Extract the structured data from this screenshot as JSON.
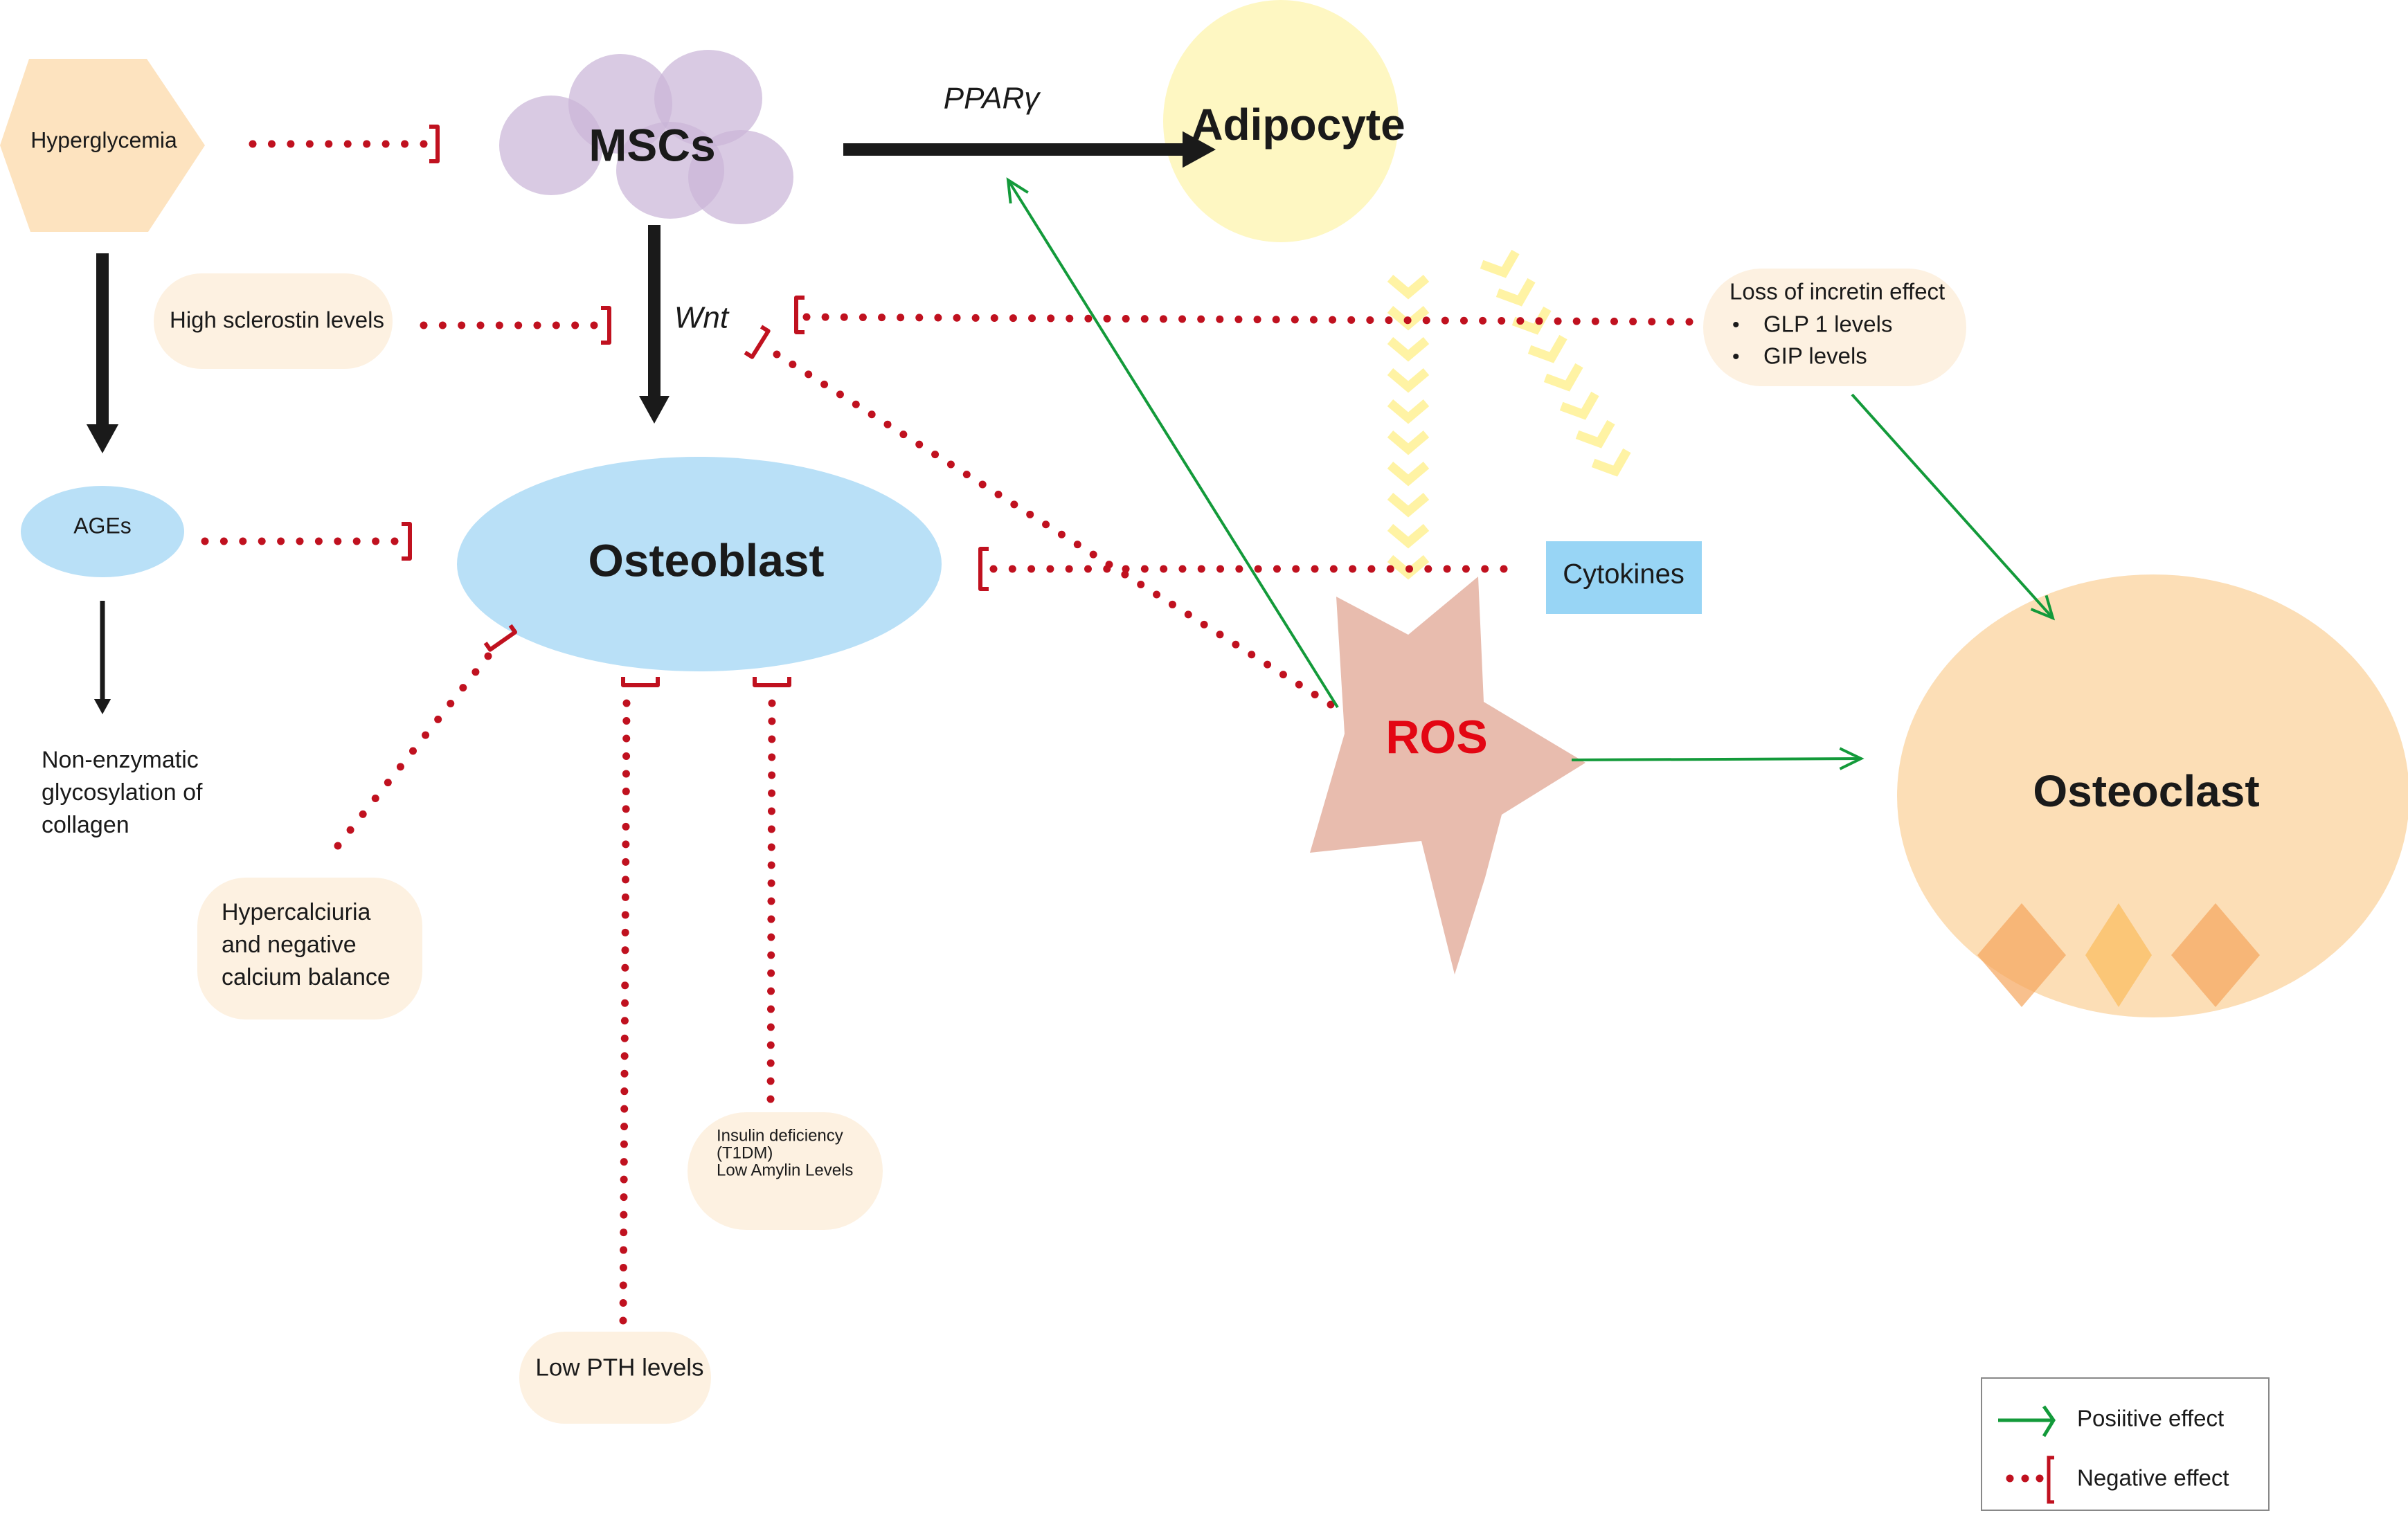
{
  "nodes": {
    "hyperglycemia": {
      "label": "Hyperglycemia",
      "color": "#fde3bf"
    },
    "mscs": {
      "label": "MSCs",
      "color": "#b89ccb"
    },
    "adipocyte": {
      "label": "Adipocyte",
      "color": "#fef7c2"
    },
    "osteoblast": {
      "label": "Osteoblast",
      "color": "#b9e0f7"
    },
    "osteoclast": {
      "label": "Osteoclast",
      "color": "#fcdcb2"
    },
    "ages": {
      "label": "AGEs",
      "color": "#b9e0f7"
    },
    "ros": {
      "label": "ROS",
      "color": "#e8bcae",
      "text_color": "#e30613"
    },
    "cytokines": {
      "label": "Cytokines",
      "color": "#98d5f5"
    },
    "high_sclerostin": {
      "label": "High sclerostin levels",
      "color": "#fdf1e1"
    },
    "incretin": {
      "title": "Loss of incretin effect",
      "bullets": [
        "GLP 1 levels",
        "GIP levels"
      ],
      "color": "#fdf1e1"
    },
    "hypercalciuria": {
      "lines": [
        "Hypercalciuria",
        "and negative",
        "calcium balance"
      ],
      "color": "#fdf1e1"
    },
    "insulin": {
      "lines": [
        "Insulin deficiency",
        "(T1DM)",
        "Low Amylin Levels"
      ],
      "color": "#fdf1e1"
    },
    "low_pth": {
      "label": "Low PTH levels",
      "color": "#fdf1e1"
    },
    "non_enzymatic": {
      "lines": [
        "Non-enzymatic",
        "glycosylation of",
        "collagen"
      ]
    }
  },
  "edge_labels": {
    "ppar": "PPARγ",
    "wnt": "Wnt"
  },
  "legend": {
    "positive": "Posiitive effect",
    "negative": "Negative effect"
  },
  "colors": {
    "positive": "#139a3a",
    "negative": "#c0111f",
    "arrow": "#1a1a1a",
    "chevron": "#fff29a"
  }
}
